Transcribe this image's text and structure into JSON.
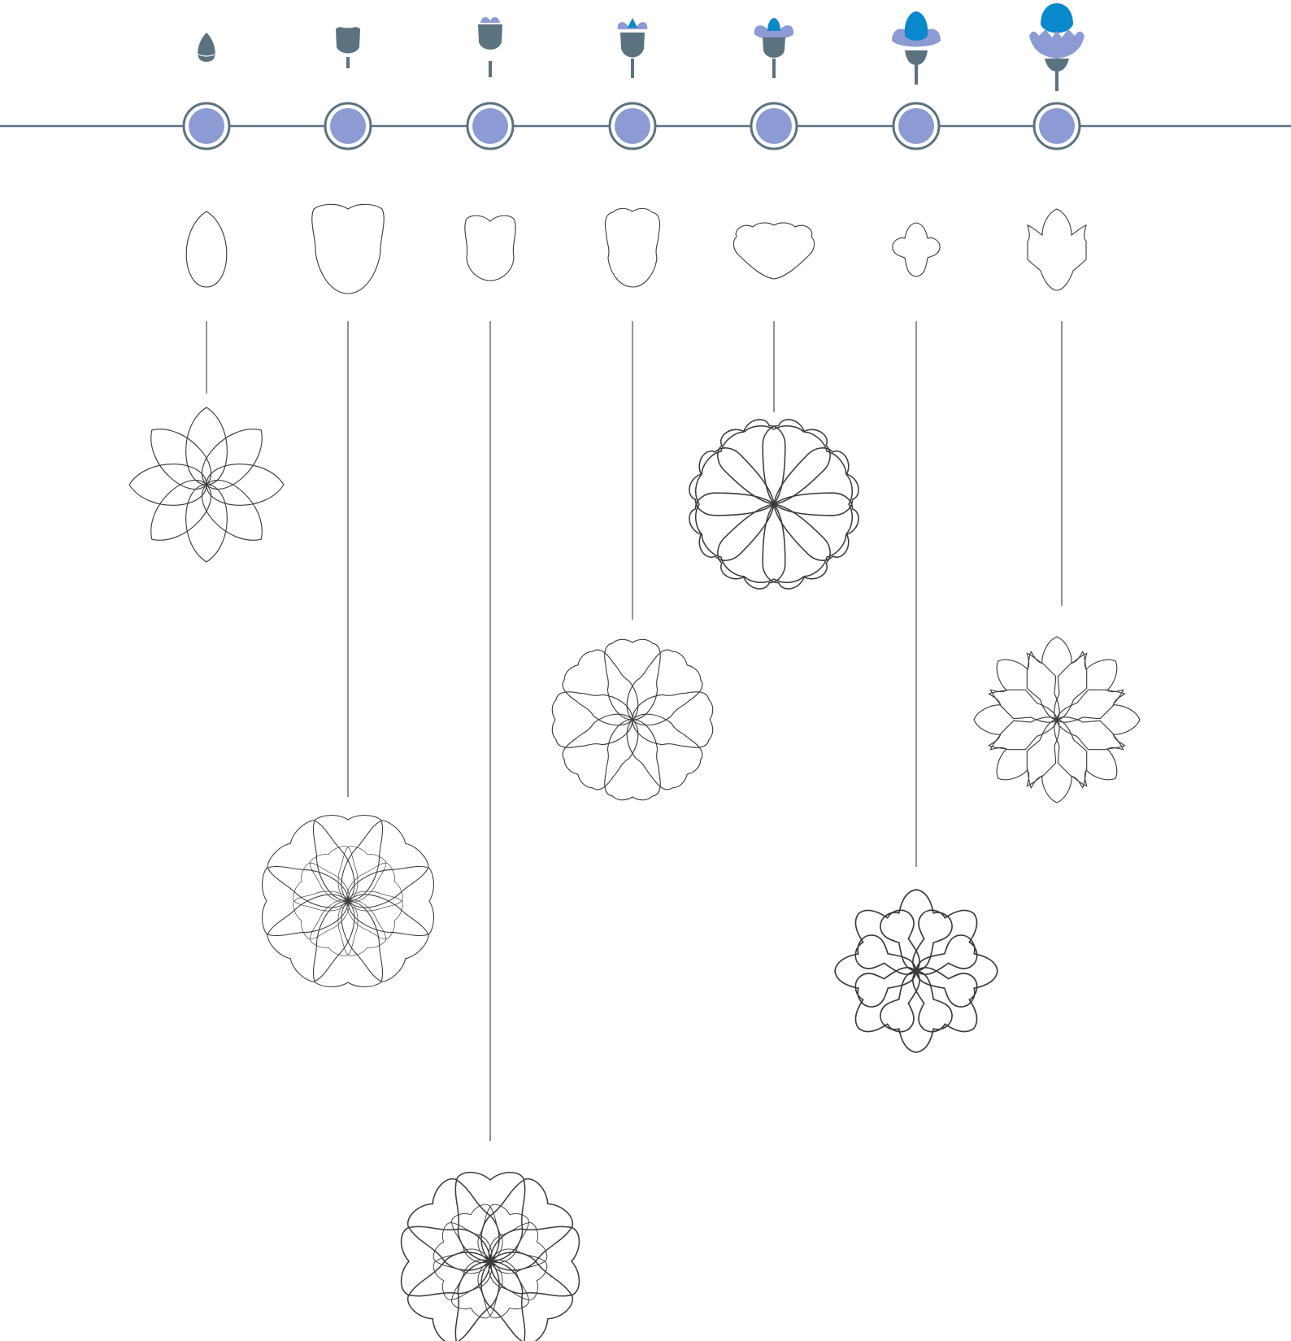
{
  "colors": {
    "background": "#ffffff",
    "timeline": "#5b7280",
    "node_fill": "#8c9bd4",
    "bud_dark": "#5b7280",
    "bloom_light": "#8c9bd4",
    "bloom_accent": "#0a88cc",
    "outline": "#3a3a3a"
  },
  "stages": [
    {
      "id": "stage-1",
      "bud": "closed-bud",
      "petal_shape": "ellipse",
      "petal_count": 8
    },
    {
      "id": "stage-2",
      "bud": "swelling-bud",
      "petal_shape": "notched-wide",
      "petal_count": 8,
      "layers": 2
    },
    {
      "id": "stage-3",
      "bud": "cracking-bud",
      "petal_shape": "notched-small",
      "petal_count": 8,
      "layers": 2
    },
    {
      "id": "stage-4",
      "bud": "opening-bud",
      "petal_shape": "wavy-top",
      "petal_count": 8
    },
    {
      "id": "stage-5",
      "bud": "half-open",
      "petal_shape": "wavy-wide",
      "petal_count": 8
    },
    {
      "id": "stage-6",
      "bud": "open-flower",
      "petal_shape": "cross",
      "petal_count": 8
    },
    {
      "id": "stage-7",
      "bud": "full-bloom",
      "petal_shape": "spiked",
      "petal_count": 8
    }
  ]
}
